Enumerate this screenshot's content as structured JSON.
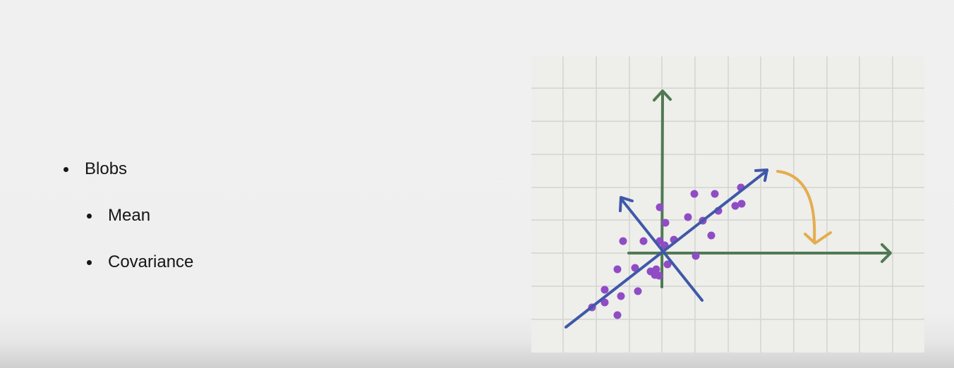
{
  "bullets": {
    "items": [
      {
        "label": "Blobs",
        "level": 1
      },
      {
        "label": "Mean",
        "level": 2
      },
      {
        "label": "Covariance",
        "level": 2
      }
    ]
  },
  "diagram": {
    "colors": {
      "grid": "#d4d4d0",
      "paper": "#eeeeeb",
      "axes": "#4f7a52",
      "principal_axes": "#3f58a8",
      "points": "#8f4cc4",
      "rotation_arrow": "#e3ad4f"
    }
  }
}
